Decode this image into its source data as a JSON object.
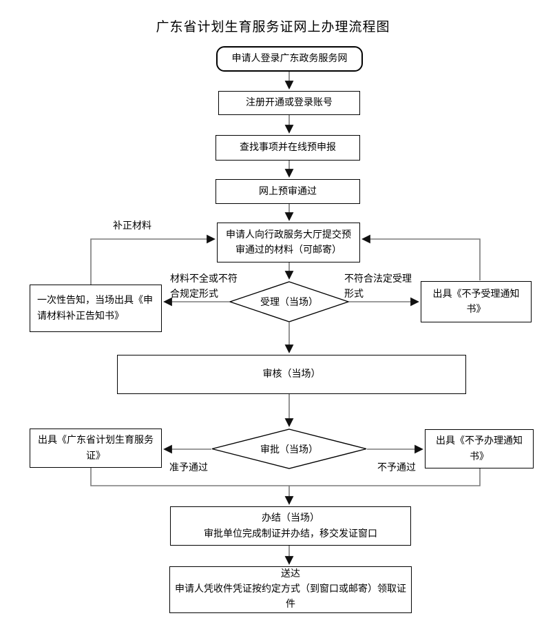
{
  "title": "广东省计划生育服务证网上办理流程图",
  "colors": {
    "background": "#ffffff",
    "box_border": "#000000",
    "connector_shaft": "#7a7a7a",
    "arrowhead": "#111111",
    "text": "#000000"
  },
  "flowchart": {
    "type": "flowchart",
    "nodes": {
      "start": {
        "shape": "rounded-rect",
        "label": "申请人登录广东政务服务网"
      },
      "register": {
        "shape": "rect",
        "label": "注册开通或登录账号"
      },
      "search": {
        "shape": "rect",
        "label": "查找事项并在线预申报"
      },
      "preapprove": {
        "shape": "rect",
        "label": "网上预审通过"
      },
      "submit": {
        "shape": "rect",
        "label": "申请人向行政服务大厅提交预审通过的材料（可邮寄）"
      },
      "accept": {
        "shape": "diamond",
        "label": "受理（当场）"
      },
      "notify_fix": {
        "shape": "rect",
        "label": "一次性告知，当场出具《申请材料补正告知书》"
      },
      "reject_accept": {
        "shape": "rect",
        "label": "出具《不予受理通知书》"
      },
      "review": {
        "shape": "rect",
        "label": "审核（当场）"
      },
      "approve": {
        "shape": "diamond",
        "label": "审批（当场）"
      },
      "issue_cert": {
        "shape": "rect",
        "label": "出具《广东省计划生育服务证》"
      },
      "reject_handle": {
        "shape": "rect",
        "label": "出具《不予办理通知书》"
      },
      "finish": {
        "shape": "rect",
        "line1": "办结（当场）",
        "line2": "审批单位完成制证并办结，移交发证窗口"
      },
      "deliver": {
        "shape": "rect",
        "line1": "送达",
        "line2": "申请人凭收件凭证按约定方式（到窗口或邮寄）领取证件"
      }
    },
    "edge_labels": {
      "fix_materials": "补正材料",
      "incomplete": "材料不全或不符合规定形式",
      "not_statutory": "不符合法定受理形式",
      "approved": "准予通过",
      "denied": "不予通过"
    }
  }
}
